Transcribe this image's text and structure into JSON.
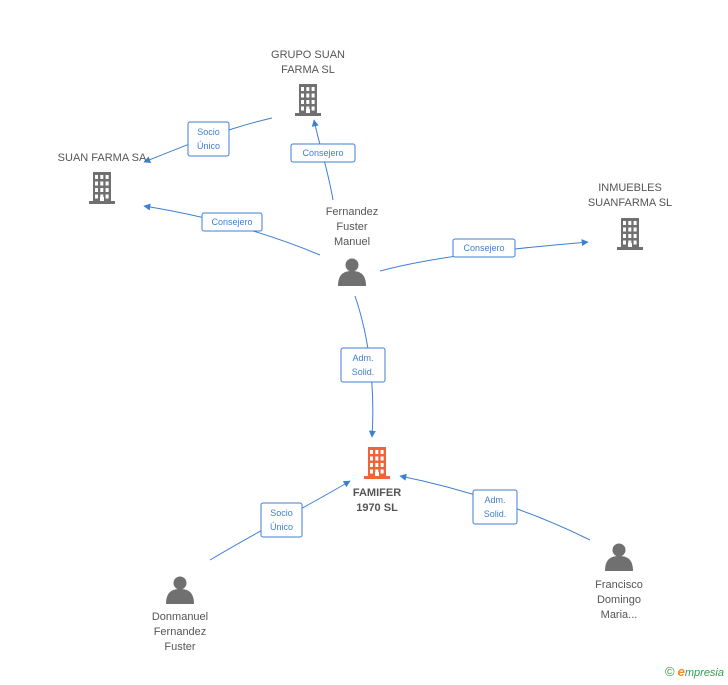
{
  "colors": {
    "edge": "#3f7fd0",
    "company": "#707070",
    "company_highlight": "#f0643c",
    "person": "#707070",
    "label": "#555555"
  },
  "nodes": {
    "grupo": {
      "label_lines": [
        "GRUPO SUAN",
        "FARMA SL"
      ],
      "icon": "building-icon"
    },
    "suan": {
      "label_lines": [
        "SUAN FARMA SA"
      ],
      "icon": "building-icon"
    },
    "inmuebles": {
      "label_lines": [
        "INMUEBLES",
        "SUANFARMA SL"
      ],
      "icon": "building-icon"
    },
    "fernandez": {
      "label_lines": [
        "Fernandez",
        "Fuster",
        "Manuel"
      ],
      "icon": "person-icon"
    },
    "famifer": {
      "label_lines": [
        "FAMIFER",
        "1970 SL"
      ],
      "icon": "building-icon"
    },
    "donmanuel": {
      "label_lines": [
        "Donmanuel",
        "Fernandez",
        "Fuster"
      ],
      "icon": "person-icon"
    },
    "francisco": {
      "label_lines": [
        "Francisco",
        "Domingo",
        "Maria..."
      ],
      "icon": "person-icon"
    }
  },
  "edges": {
    "fernandez_grupo": {
      "label_lines": [
        "Consejero"
      ]
    },
    "grupo_suan": {
      "label_lines": [
        "Socio",
        "Único"
      ]
    },
    "fernandez_suan": {
      "label_lines": [
        "Consejero"
      ]
    },
    "fernandez_inmuebles": {
      "label_lines": [
        "Consejero"
      ]
    },
    "fernandez_famifer": {
      "label_lines": [
        "Adm.",
        "Solid."
      ]
    },
    "donmanuel_famifer": {
      "label_lines": [
        "Socio",
        "Único"
      ]
    },
    "francisco_famifer": {
      "label_lines": [
        "Adm.",
        "Solid."
      ]
    }
  },
  "brand": {
    "copyright": "©",
    "e": "e",
    "rest": "mpresia"
  }
}
